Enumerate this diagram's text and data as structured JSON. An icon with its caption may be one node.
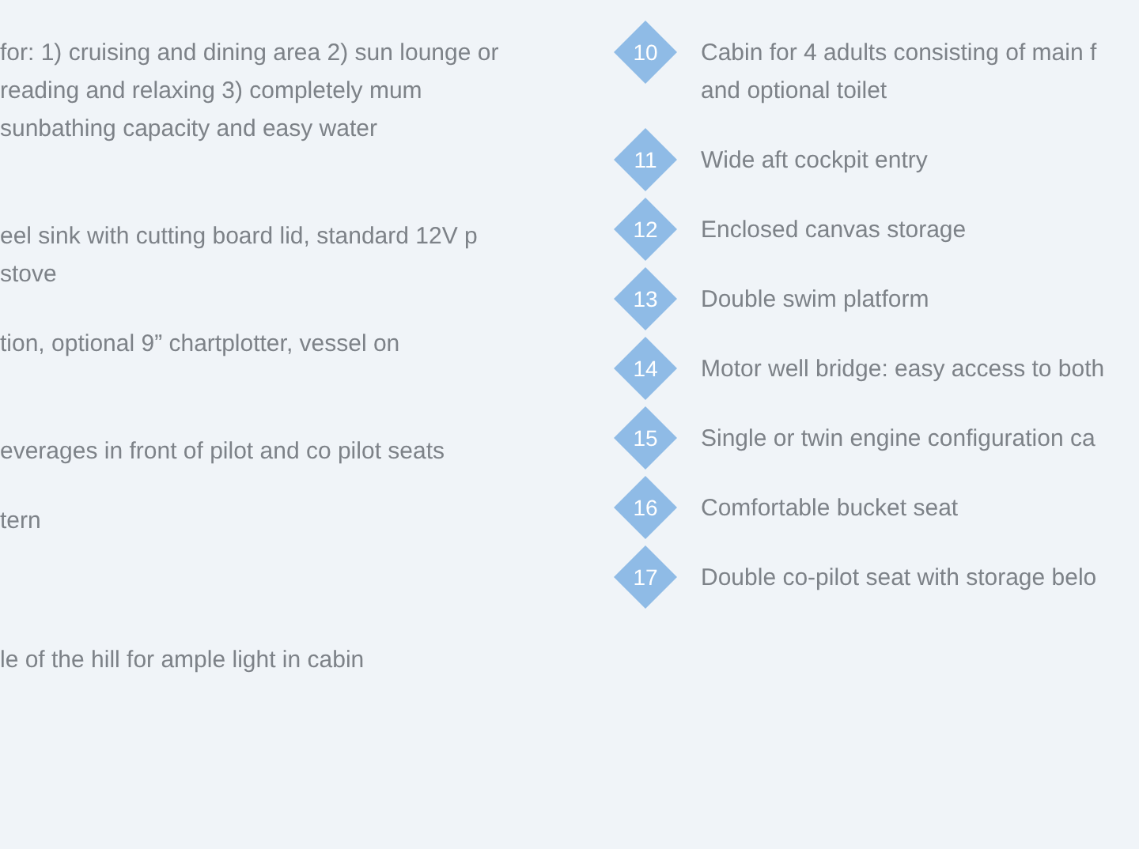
{
  "diagram": {
    "nodes": [
      {
        "text": [
          "10"
        ],
        "beside": [
          "Cabin for 4 adults consisting of main f and optional toilet"
        ]
      },
      {
        "text": [
          "11"
        ],
        "beside": [
          "Wide aft cockpit entry"
        ]
      },
      {
        "text": [
          "12"
        ],
        "beside": [
          "Enclosed canvas storage"
        ]
      },
      {
        "text": [
          "13"
        ],
        "beside": [
          "Double swim platform"
        ]
      },
      {
        "text": [
          "14"
        ],
        "beside": [
          "Motor well bridge: easy access to both"
        ]
      },
      {
        "text": [
          "15"
        ],
        "beside": [
          "Single or twin engine configuration ca"
        ]
      },
      {
        "text": [
          "16"
        ],
        "beside": [
          "Comfortable bucket seat"
        ]
      },
      {
        "text": [
          "17"
        ],
        "beside": [
          "Double co-pilot seat with storage belo"
        ]
      }
    ],
    "edges": [],
    "labels": [
      "for: 1) cruising and dining area 2) sun lounge or reading and relaxing 3) completely mum sunbathing capacity and easy water",
      "eel sink with cutting board lid, standard 12V p stove",
      "tion, optional 9” chartplotter, vessel on",
      "everages in front of pilot and co pilot seats",
      "tern",
      "le of the hill for ample light in cabin"
    ]
  }
}
